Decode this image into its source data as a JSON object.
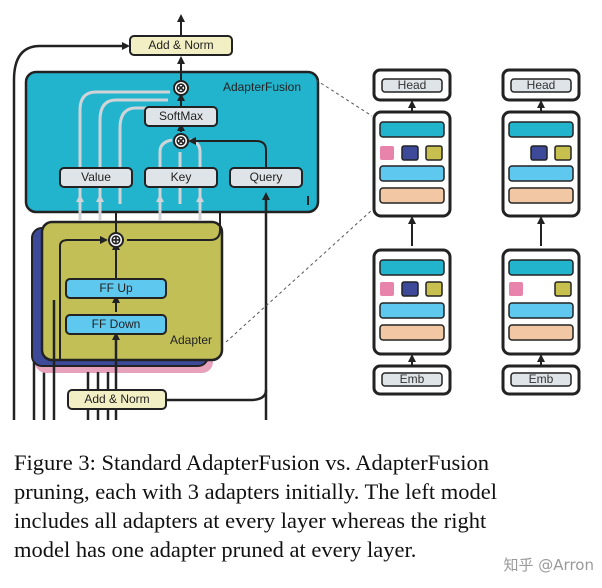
{
  "diagram": {
    "left": {
      "add_norm_top": "Add & Norm",
      "adapterfusion_title": "AdapterFusion",
      "softmax": "SoftMax",
      "value": "Value",
      "key": "Key",
      "query": "Query",
      "ff_up": "FF Up",
      "ff_down": "FF Down",
      "adapter_title": "Adapter",
      "add_norm_bottom": "Add & Norm",
      "multiply_symbol": "⊗",
      "plus_symbol": "⊕"
    },
    "right": {
      "head_1": "Head",
      "head_2": "Head",
      "emb_1": "Emb",
      "emb_2": "Emb",
      "dots": "⋮"
    },
    "colors": {
      "fusion_cyan": "#22b4cd",
      "adapter_olive": "#c2bf56",
      "adapter_navy": "#3d4a9a",
      "adapter_pink": "#e6a2bb",
      "ff_blue": "#5ec8ef",
      "key_gray": "#dfe4e8",
      "emb_peach": "#f2c8a4",
      "slot_pink": "#e883ac",
      "slot_navy": "#3d4a9a",
      "slot_olive": "#c8c04e"
    }
  },
  "caption": {
    "line1": "Figure 3: Standard AdapterFusion vs.  AdapterFusion",
    "line2": "pruning, each with 3 adapters initially. The left model",
    "line3": "includes all adapters at every layer whereas the right",
    "line4": "model has one adapter pruned at every layer."
  },
  "watermark": "知乎 @Arron"
}
